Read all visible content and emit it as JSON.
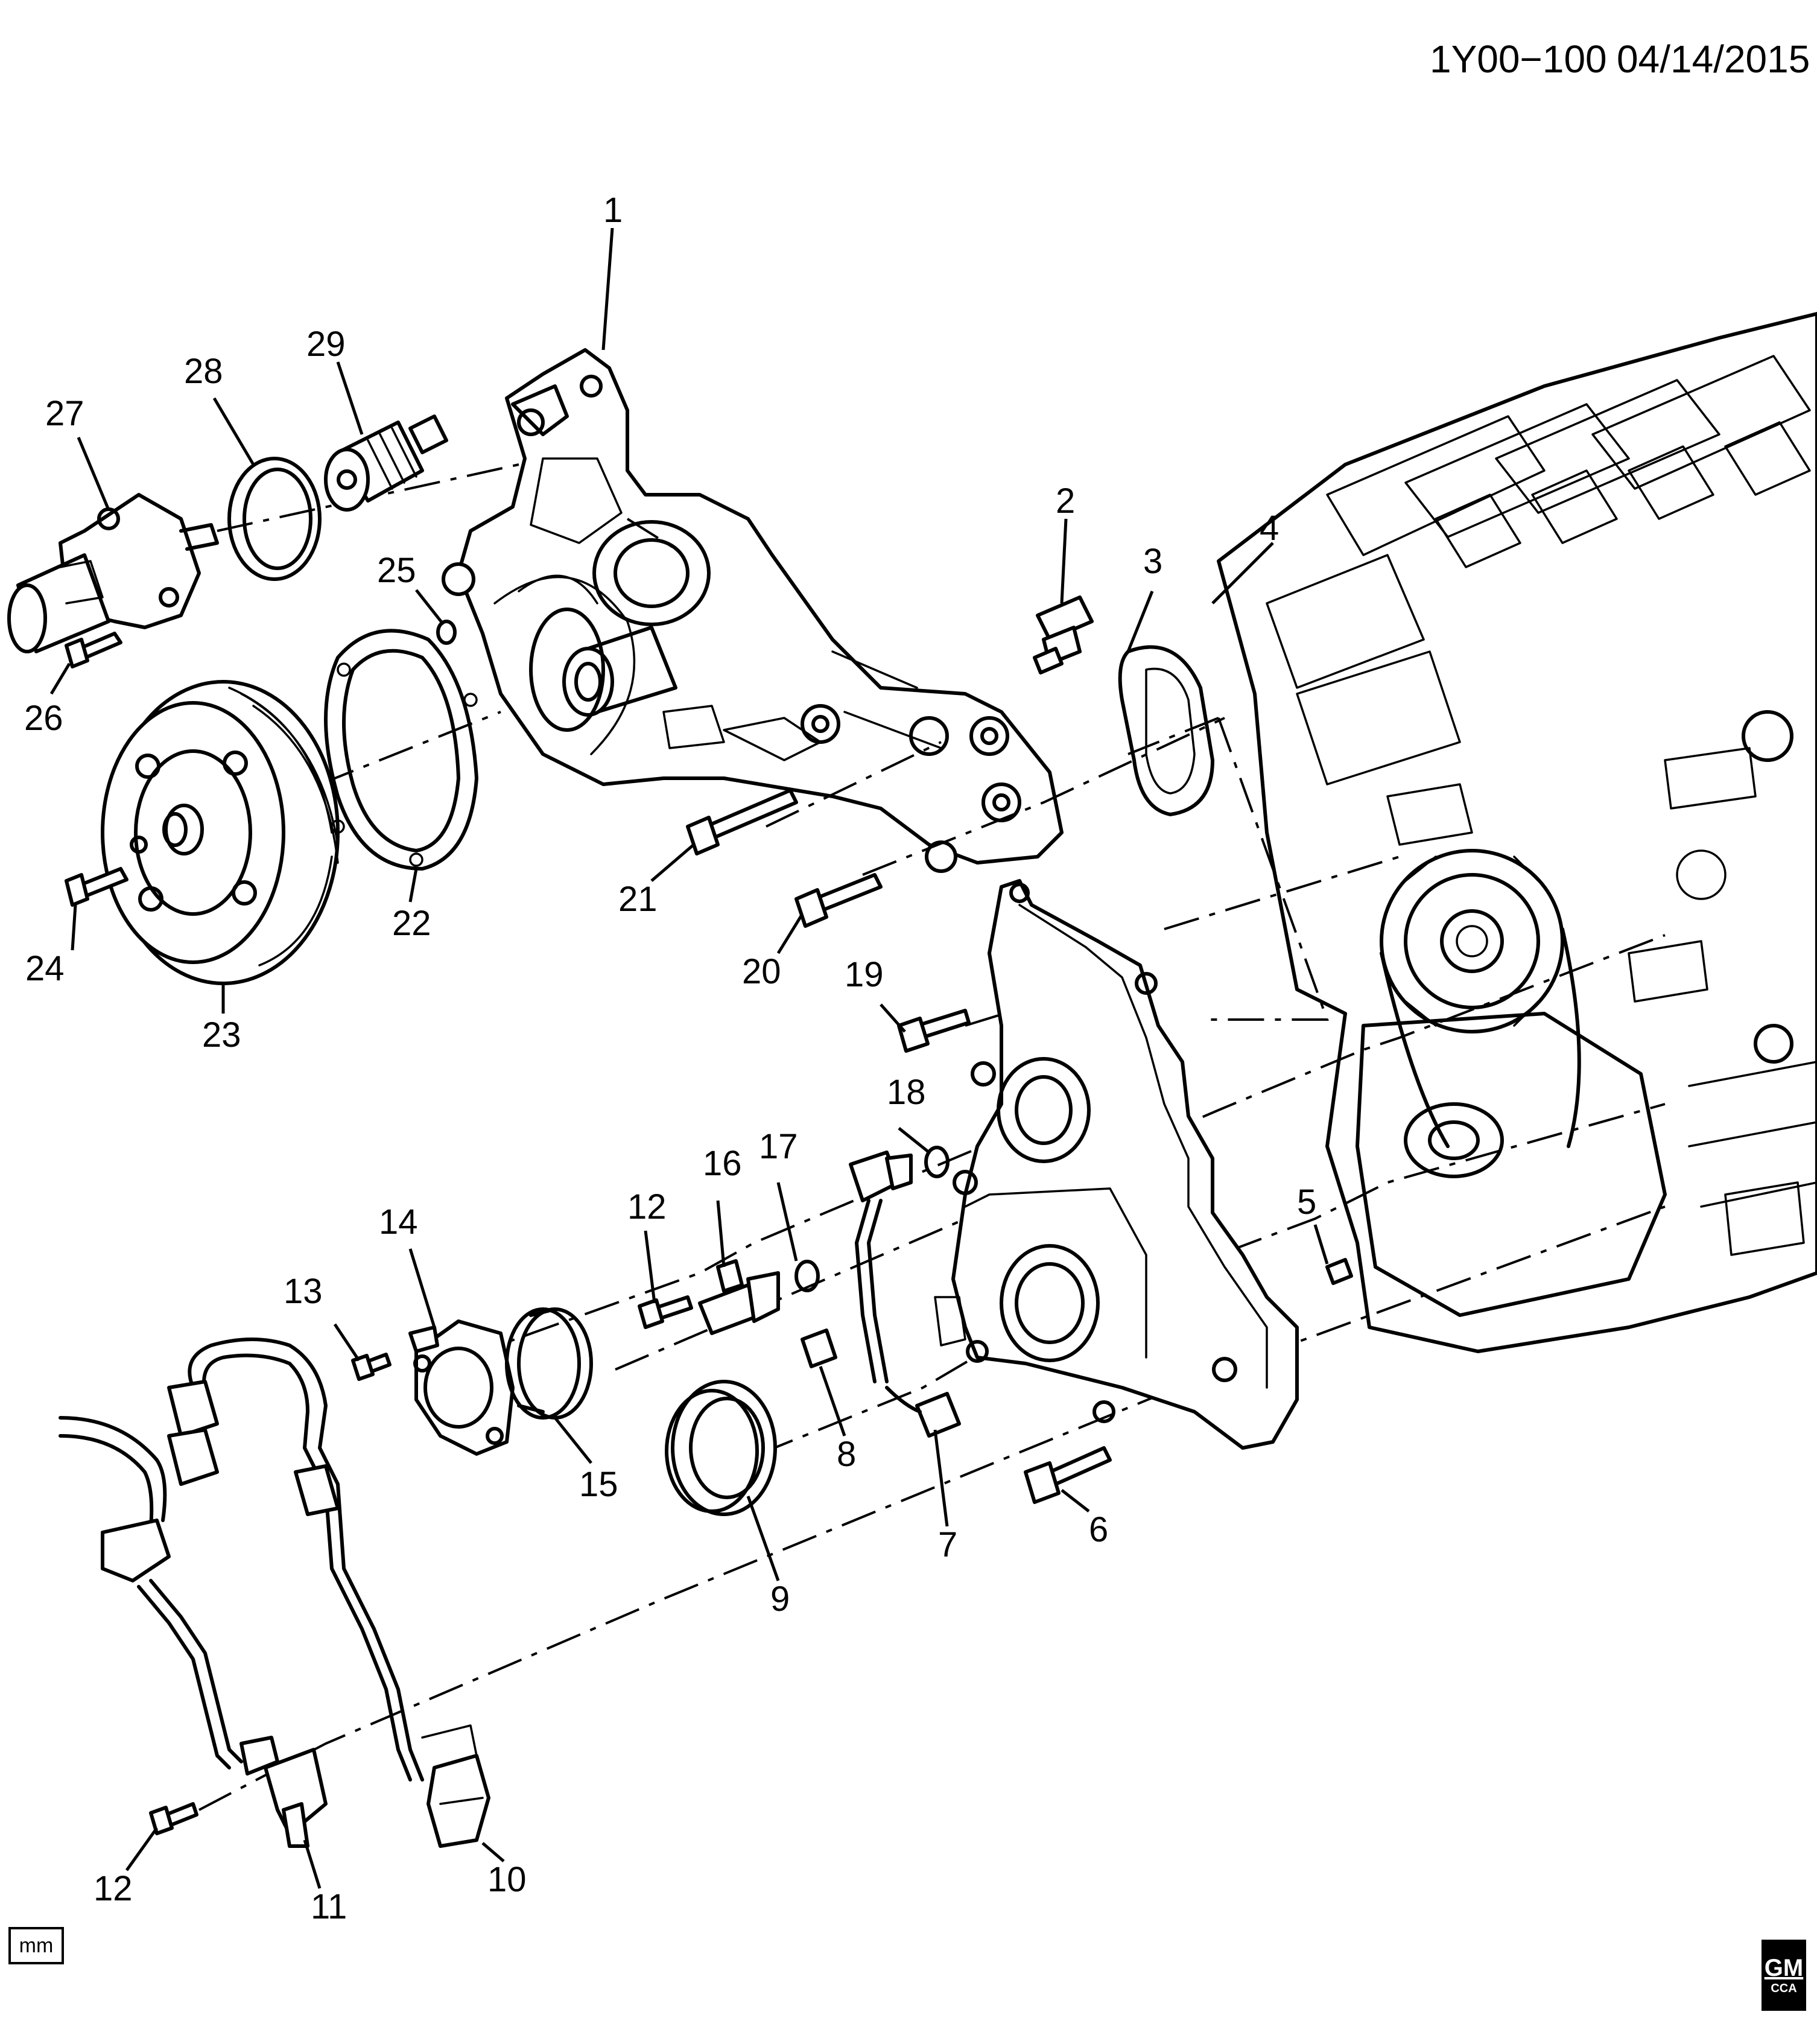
{
  "header": {
    "diagram_id": "1Y00−100",
    "date": "04/14/2015"
  },
  "unit_label": "mm",
  "brand": {
    "logo_text": "GM",
    "logo_subtext": "CCA"
  },
  "callouts": [
    "1",
    "2",
    "3",
    "4",
    "5",
    "6",
    "7",
    "8",
    "9",
    "10",
    "11",
    "12",
    "12",
    "13",
    "14",
    "15",
    "16",
    "17",
    "18",
    "19",
    "20",
    "21",
    "22",
    "23",
    "24",
    "25",
    "26",
    "27",
    "28",
    "29"
  ]
}
